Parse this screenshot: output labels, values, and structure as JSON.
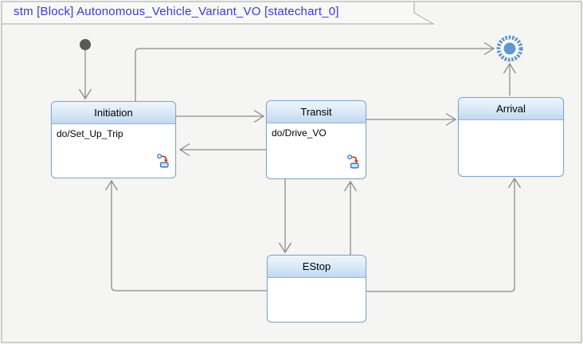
{
  "frame": {
    "title": "stm [Block] Autonomous_Vehicle_Variant_VO [statechart_0]",
    "diagram_kind": "stm",
    "element_type": "Block",
    "element_name": "Autonomous_Vehicle_Variant_VO",
    "diagram_name": "statechart_0"
  },
  "states": [
    {
      "name": "Initiation",
      "activity": "do/Set_Up_Trip",
      "composite_indicator": true
    },
    {
      "name": "Transit",
      "activity": "do/Drive_VO",
      "composite_indicator": true
    },
    {
      "name": "Arrival",
      "activity": "",
      "composite_indicator": false
    },
    {
      "name": "EStop",
      "activity": "",
      "composite_indicator": false
    }
  ],
  "pseudostates": [
    {
      "kind": "initial",
      "icon": "filled-dot"
    },
    {
      "kind": "final",
      "icon": "ringed-dot"
    }
  ],
  "transitions": [
    {
      "from": "initial",
      "to": "Initiation"
    },
    {
      "from": "Initiation",
      "to": "final"
    },
    {
      "from": "Initiation",
      "to": "Transit"
    },
    {
      "from": "Transit",
      "to": "Initiation"
    },
    {
      "from": "Transit",
      "to": "Arrival"
    },
    {
      "from": "Transit",
      "to": "EStop"
    },
    {
      "from": "EStop",
      "to": "Transit"
    },
    {
      "from": "EStop",
      "to": "Initiation"
    },
    {
      "from": "EStop",
      "to": "Arrival"
    },
    {
      "from": "Arrival",
      "to": "final"
    }
  ],
  "colors": {
    "canvas_background": "#f5f5f3",
    "frame_border": "#a8a8a8",
    "title_text": "#3b3bd9",
    "state_border": "#82a8cf",
    "state_header_gradient_top": "#eef5fc",
    "state_header_gradient_bottom": "#c2d8ef",
    "transition_line": "#8c8c8c",
    "pseudostate_blue": "#5e97d0",
    "initial_dot": "#595959",
    "icon_red": "#cc3300",
    "icon_blue": "#2f6fc1"
  }
}
